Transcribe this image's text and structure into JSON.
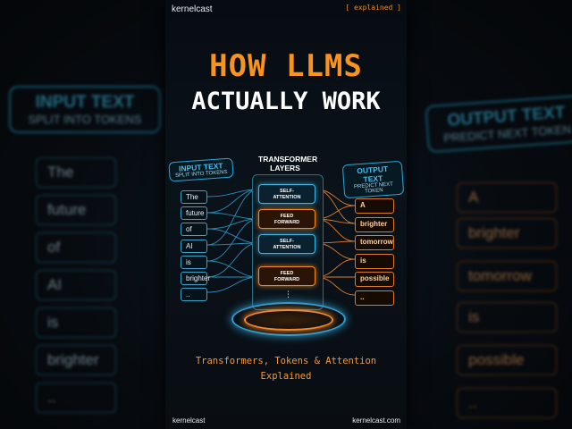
{
  "header": {
    "brand": "kernelcast",
    "tag": "[ explained ]"
  },
  "title": {
    "line1": "HOW LLMS",
    "line2": "ACTUALLY WORK"
  },
  "input": {
    "heading": "INPUT TEXT",
    "subheading": "SPLIT INTO TOKENS",
    "tokens": [
      "The",
      "future",
      "of",
      "AI",
      "is",
      "brighter",
      ".."
    ]
  },
  "output": {
    "heading": "OUTPUT TEXT",
    "subheading": "PREDICT NEXT TOKEN",
    "tokens": [
      "A",
      "brighter",
      "tomorrow",
      "is",
      "possible",
      ".."
    ]
  },
  "transformer": {
    "title_line1": "TRANSFORMER",
    "title_line2": "LAYERS",
    "layers": [
      {
        "line1": "SELF-",
        "line2": "ATTENTION"
      },
      {
        "line1": "FEED",
        "line2": "FORWARD"
      },
      {
        "line1": "SELF-",
        "line2": "ATTENTION"
      },
      {
        "line1": "FEED",
        "line2": "FORWARD"
      }
    ],
    "more": "⋮"
  },
  "subtitle": {
    "line1": "Transformers, Tokens & Attention",
    "line2": "Explained"
  },
  "footer": {
    "left": "kernelcast",
    "right": "kernelcast.com"
  },
  "colors": {
    "accent_orange": "#f7931e",
    "accent_blue": "#2aa8d8",
    "background": "#070b10"
  }
}
